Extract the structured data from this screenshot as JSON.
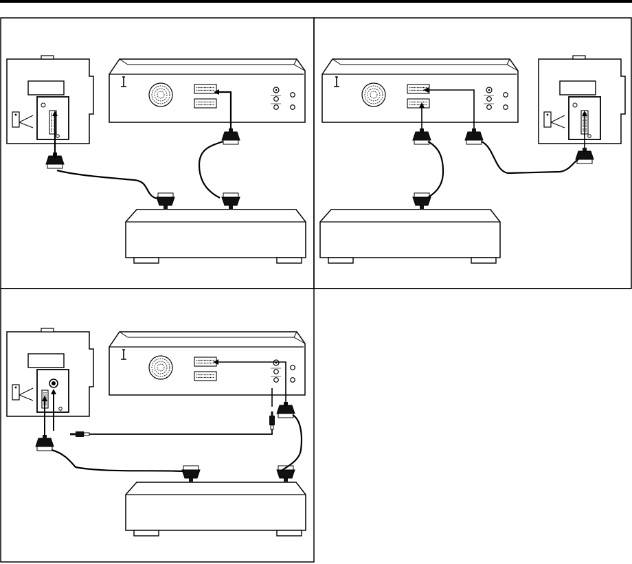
{
  "page": {
    "background": "#ffffff",
    "ink": "#000000",
    "panel_border": "#000000"
  },
  "panels": [
    {
      "id": "top-left",
      "devices": [
        "tv-rear",
        "recorder-rear",
        "external-box"
      ],
      "connections": [
        "scart-cable-tv-to-box",
        "scart-cable-recorder-to-box"
      ]
    },
    {
      "id": "top-right",
      "devices": [
        "recorder-rear",
        "tv-rear",
        "external-box"
      ],
      "connections": [
        "scart-cable-recorder-to-box",
        "scart-cable-recorder-to-tv"
      ]
    },
    {
      "id": "bottom-left",
      "devices": [
        "tv-rear",
        "recorder-rear",
        "external-box"
      ],
      "connections": [
        "scart-cable-tv-to-box",
        "scart-cable-recorder-to-box",
        "rca-cable-tv-to-recorder"
      ]
    }
  ],
  "icons": {
    "scart_plug": "scart-plug-icon",
    "rca_plug": "rca-plug-icon",
    "fan_grille": "fan-grille-icon",
    "arrow": "arrow-icon"
  }
}
